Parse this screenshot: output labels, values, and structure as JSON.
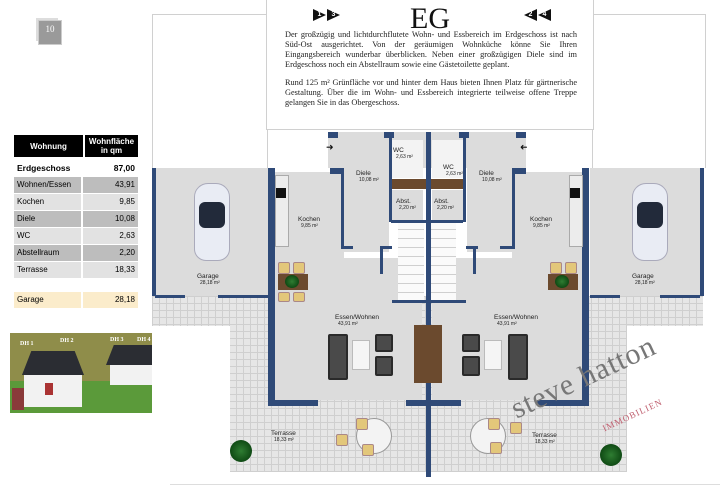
{
  "page": {
    "number": "10"
  },
  "header": {
    "title": "EG",
    "nav_left": [
      "1",
      "3"
    ],
    "nav_right": [
      "2",
      "4"
    ],
    "paragraphs": [
      "Der großzügig und lichtdurchflutete Wohn- und Essbereich im Erdgeschoss ist nach Süd-Ost ausgerichtet. Von der geräumigen Wohnküche könne Sie Ihren Eingangsbereich wunderbar überblicken. Neben einer großzügigen Diele sind im Erdgeschoss noch ein Abstellraum sowie eine Gästetoilette geplant.",
      "Rund 125 m² Grünfläche vor und hinter dem Haus bieten Ihnen Platz für gärtnerische Gestaltung. Über die im Wohn- und Essbereich integrierte teilweise offene Treppe gelangen Sie in das Obergeschoss."
    ]
  },
  "area_table": {
    "headers": [
      "Wohnung",
      "Wohnfläche in qm"
    ],
    "total": {
      "label": "Erdgeschoss",
      "value": "87,00"
    },
    "rows": [
      {
        "label": "Wohnen/Essen",
        "value": "43,91"
      },
      {
        "label": "Kochen",
        "value": "9,85"
      },
      {
        "label": "Diele",
        "value": "10,08"
      },
      {
        "label": "WC",
        "value": "2,63"
      },
      {
        "label": "Abstellraum",
        "value": "2,20"
      },
      {
        "label": "Terrasse",
        "value": "18,33"
      }
    ],
    "garage": {
      "label": "Garage",
      "value": "28,18"
    }
  },
  "rendering": {
    "labels": [
      "DH 1",
      "DH 2",
      "DH 3",
      "DH 4"
    ]
  },
  "floorplan": {
    "left": {
      "garage": {
        "name": "Garage",
        "area": "28,18 m²"
      },
      "kochen": {
        "name": "Kochen",
        "area": "9,85 m²"
      },
      "diele": {
        "name": "Diele",
        "area": "10,08 m²"
      },
      "wc": {
        "name": "WC",
        "area": "2,63 m²"
      },
      "abst": {
        "name": "Abst.",
        "area": "2,20 m²"
      },
      "wohnen": {
        "name": "Essen/Wohnen",
        "area": "43,91 m²"
      },
      "terrasse": {
        "name": "Terrasse",
        "area": "18,33 m²"
      }
    },
    "right": {
      "garage": {
        "name": "Garage",
        "area": "28,18 m²"
      },
      "kochen": {
        "name": "Kochen",
        "area": "9,85 m²"
      },
      "diele": {
        "name": "Diele",
        "area": "10,08 m²"
      },
      "wc": {
        "name": "WC",
        "area": "2,63 m²"
      },
      "abst": {
        "name": "Abst.",
        "area": "2,20 m²"
      },
      "wohnen": {
        "name": "Essen/Wohnen",
        "area": "43,91 m²"
      },
      "terrasse": {
        "name": "Terrasse",
        "area": "18,33 m²"
      }
    }
  },
  "watermark": {
    "main": "steve hatton",
    "sub": "IMMOBILIEN"
  }
}
